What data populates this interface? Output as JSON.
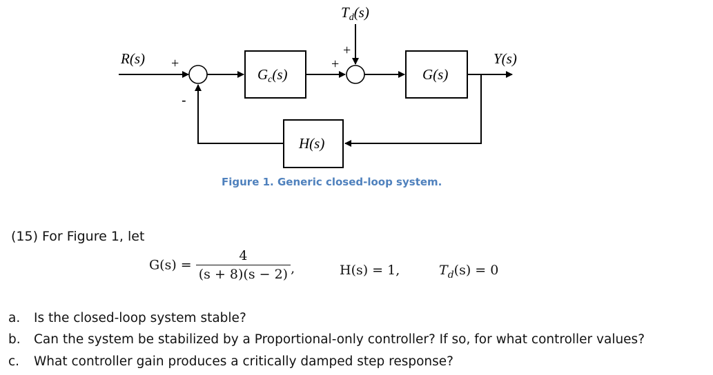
{
  "diagram": {
    "signals": {
      "input": "R(s)",
      "output": "Y(s)",
      "disturbance": "T",
      "disturbance_sub": "d",
      "disturbance_suffix": "(s)"
    },
    "blocks": {
      "controller": "G",
      "controller_sub": "c",
      "controller_suffix": "(s)",
      "plant": "G(s)",
      "feedback": "H(s)"
    },
    "signs": {
      "sum1_ref": "+",
      "sum1_feedback": "-",
      "sum2_controller": "+",
      "sum2_disturbance": "+"
    },
    "caption": "Figure 1. Generic closed-loop system."
  },
  "problem": {
    "intro": "(15) For Figure 1, let",
    "equations": {
      "g_lhs": "G(s) =",
      "g_num": "4",
      "g_den": "(s + 8)(s − 2)",
      "g_trail": ",",
      "h": "H(s) = 1,",
      "td_T": "T",
      "td_sub": "d",
      "td_rest": "(s) = 0"
    },
    "questions": [
      {
        "label": "a.",
        "text": "Is the closed-loop system stable?"
      },
      {
        "label": "b.",
        "text": "Can the system be stabilized by a Proportional-only controller?  If so, for what controller values?"
      },
      {
        "label": "c.",
        "text": "What controller gain produces a critically damped step response?"
      }
    ]
  }
}
